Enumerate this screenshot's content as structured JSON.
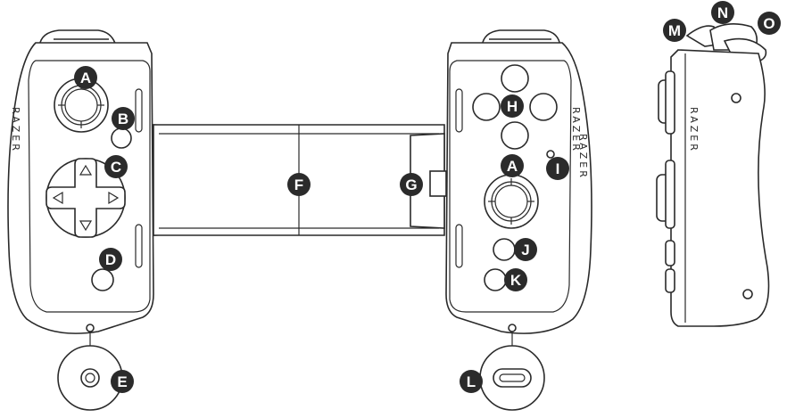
{
  "callouts": {
    "a_left": "A",
    "b": "B",
    "c": "C",
    "d": "D",
    "e": "E",
    "f": "F",
    "g": "G",
    "h": "H",
    "a_right": "A",
    "i": "I",
    "j": "J",
    "k": "K",
    "l": "L",
    "m": "M",
    "n": "N",
    "o": "O"
  },
  "brand": {
    "left": "RAZER",
    "right": "RAZER",
    "side": "RAZER"
  },
  "colors": {
    "line": "#2a2a2a",
    "callout_fill": "#2b2b2b",
    "callout_text": "#ffffff",
    "background": "#ffffff"
  }
}
